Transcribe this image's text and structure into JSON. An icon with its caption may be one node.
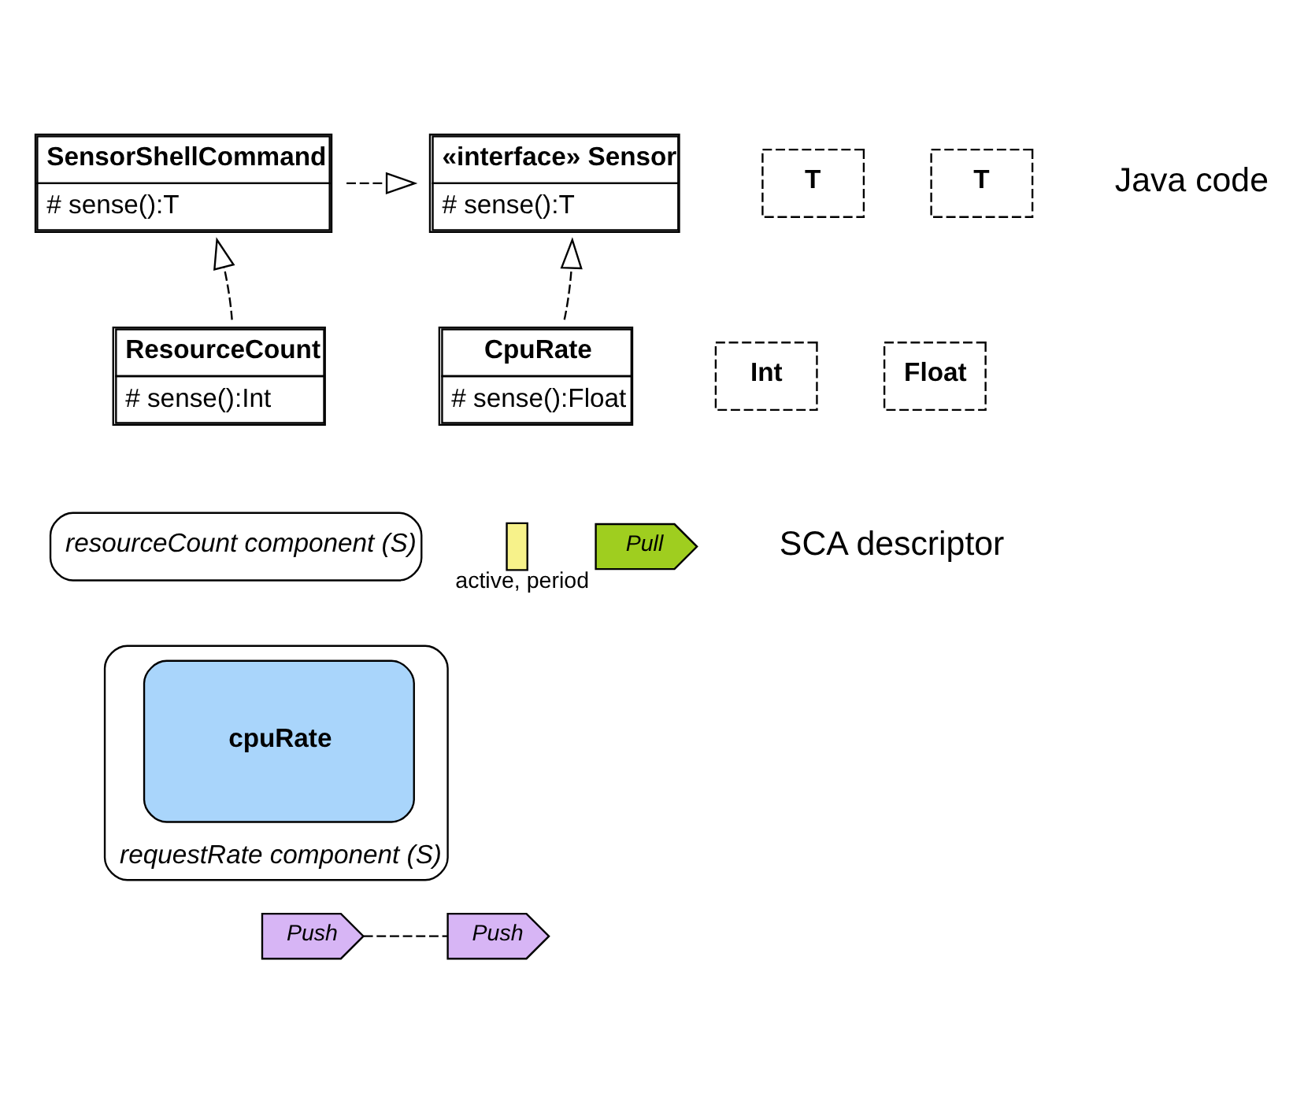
{
  "diagram": {
    "nodes": [
      {
        "text": [
          "SensorShellCommand",
          "# sense():T"
        ]
      },
      {
        "text": [
          "T"
        ]
      },
      {
        "text": [
          "«interface» Sensor",
          "# sense():T"
        ]
      },
      {
        "text": [
          "T"
        ]
      },
      {
        "text": [
          "ResourceCount",
          "# sense():Int"
        ]
      },
      {
        "text": [
          "Int"
        ]
      },
      {
        "text": [
          "CpuRate",
          "# sense():Float"
        ]
      },
      {
        "text": [
          "Float"
        ]
      },
      {
        "text": [
          "resourceCount component (S)"
        ]
      },
      {
        "text": [
          "requestRate component (S)"
        ]
      },
      {
        "text": [],
        "shape": "box",
        "beside": [
          "active, period"
        ]
      },
      {
        "text": [
          "cpuRate"
        ],
        "in": 9
      },
      {
        "text": [
          "Push"
        ]
      },
      {
        "text": [
          "Push"
        ]
      },
      {
        "text": [
          "Pull"
        ]
      }
    ],
    "edges": [
      {
        "from": 0,
        "to": 2,
        "arrow": "to",
        "style": "dashed"
      },
      {
        "from": 4,
        "to": 0,
        "arrow": "to",
        "style": "dashed"
      },
      {
        "from": 6,
        "to": 2,
        "arrow": "to",
        "style": "dashed"
      },
      {
        "from": 12,
        "to": 13,
        "arrow": "none",
        "style": "dashed"
      }
    ],
    "labels": [
      "Java code",
      "SCA descriptor"
    ]
  }
}
